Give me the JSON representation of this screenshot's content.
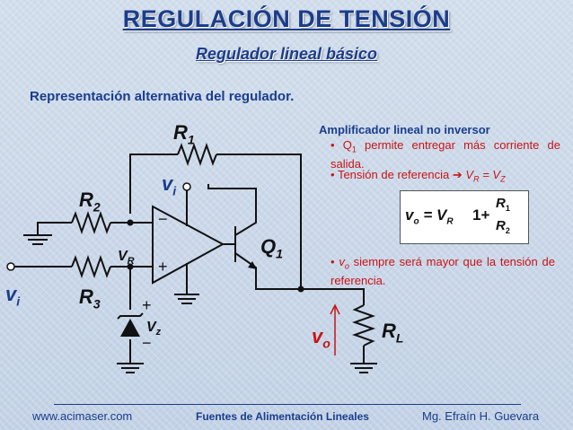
{
  "header": {
    "title": "REGULACIÓN DE TENSIÓN",
    "subtitle": "Regulador lineal básico"
  },
  "section_title": "Representación alternativa del regulador.",
  "circuit_labels": {
    "r1": "R",
    "r1_sub": "1",
    "r2": "R",
    "r2_sub": "2",
    "r3": "R",
    "r3_sub": "3",
    "rl": "R",
    "rl_sub": "L",
    "q1": "Q",
    "q1_sub": "1",
    "vi_supply": "v",
    "vi_supply_sub": "i",
    "vi_input": "v",
    "vi_input_sub": "i",
    "vr": "V",
    "vr_sub": "R",
    "vz": "V",
    "vz_sub": "z",
    "vo": "v",
    "vo_sub": "o",
    "minus": "−",
    "plus": "+",
    "zener_plus": "+",
    "zener_minus": "−"
  },
  "notes": {
    "title": "Amplificador lineal no inversor",
    "bullet1_a": "Q",
    "bullet1_a_sub": "1",
    "bullet1_b": " permite entregar más corriente de salida.",
    "bullet2_a": "Tensión de referencia ",
    "bullet2_arrow": "➔",
    "bullet2_b": " V",
    "bullet2_b_sub": "R",
    "bullet2_c": " = V",
    "bullet2_c_sub": "Z",
    "bullet3_a": "v",
    "bullet3_a_sub": "o",
    "bullet3_b": " siempre será mayor que la tensión de referencia."
  },
  "formula": {
    "lhs": "v",
    "lhs_sub": "o",
    "eq": "=",
    "v": "V",
    "v_sub": "R",
    "one_plus": "1+",
    "num": "R",
    "num_sub": "1",
    "den": "R",
    "den_sub": "2"
  },
  "footer": {
    "left": "www.acimaser.com",
    "center": "Fuentes de Alimentación Lineales",
    "right": "Mg. Efraín H. Guevara"
  },
  "colors": {
    "title": "#1a3d8c",
    "note_text": "#c81414",
    "vo_arrow": "#c81414"
  }
}
